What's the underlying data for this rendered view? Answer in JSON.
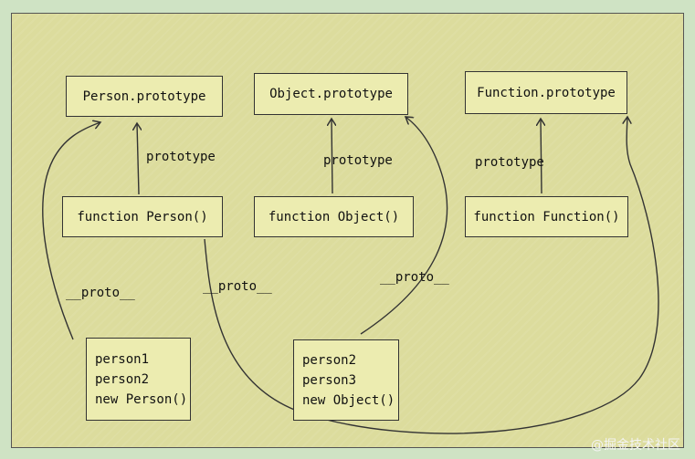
{
  "nodes": {
    "person_prototype": "Person.prototype",
    "object_prototype": "Object.prototype",
    "function_prototype": "Function.prototype",
    "function_person": "function Person()",
    "function_object": "function Object()",
    "function_function": "function Function()",
    "person_instances": [
      "person1",
      "person2",
      "new Person()"
    ],
    "object_instances": [
      "person2",
      "person3",
      "new Object()"
    ]
  },
  "edge_labels": {
    "prototype_person": "prototype",
    "prototype_object": "prototype",
    "prototype_function": "prototype",
    "proto_left": "__proto__",
    "proto_middle": "__proto__",
    "proto_right": "__proto__"
  },
  "watermark": "@掘金技术社区"
}
